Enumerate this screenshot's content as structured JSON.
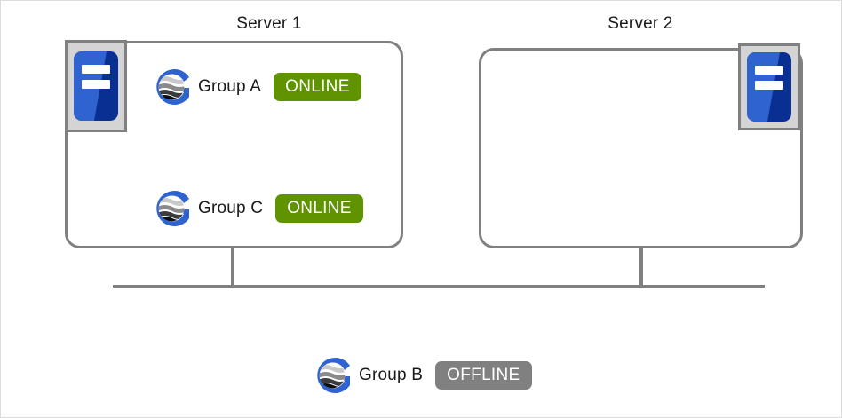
{
  "diagram": {
    "title": "server-group-status-diagram",
    "colors": {
      "online": "#5f9400",
      "offline": "#808080",
      "line": "#808080",
      "box_border": "#808080",
      "icon_frame": "#d4d4d4",
      "server_blue_light": "#2f63cf",
      "server_blue_dark": "#0a2f92"
    }
  },
  "servers": [
    {
      "title": "Server 1",
      "icon_name": "server-machine-icon",
      "icon_position": "top-left",
      "groups": [
        {
          "icon_name": "group-globe-icon",
          "label": "Group A",
          "status": "ONLINE",
          "status_kind": "online"
        },
        {
          "icon_name": "group-globe-icon",
          "label": "Group  C",
          "status": "ONLINE",
          "status_kind": "online"
        }
      ]
    },
    {
      "title": "Server 2",
      "icon_name": "server-machine-icon",
      "icon_position": "top-right",
      "groups": []
    }
  ],
  "offline_group": {
    "icon_name": "group-globe-icon",
    "label": "Group B",
    "status": "OFFLINE",
    "status_kind": "offline"
  }
}
